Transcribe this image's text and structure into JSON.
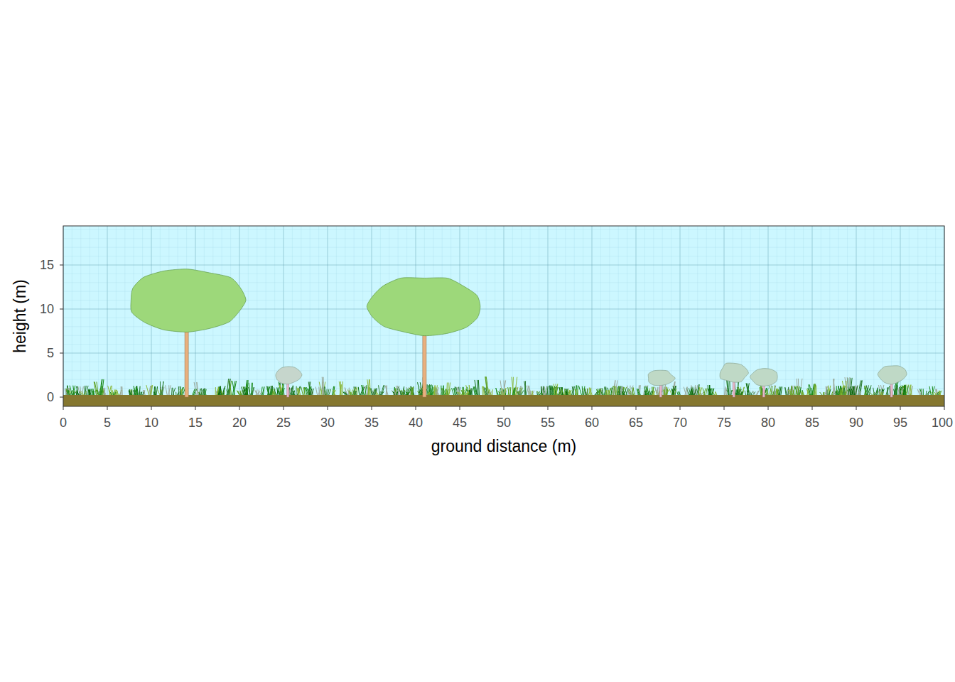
{
  "diagram": {
    "labels": [
      "height (m)",
      "15",
      "10",
      "5",
      "0",
      "0",
      "5",
      "10",
      "15",
      "20",
      "25",
      "30",
      "35",
      "40",
      "45",
      "50",
      "55",
      "60",
      "65",
      "70",
      "75",
      "80",
      "85",
      "90",
      "95",
      "100",
      "ground distance (m)"
    ]
  }
}
